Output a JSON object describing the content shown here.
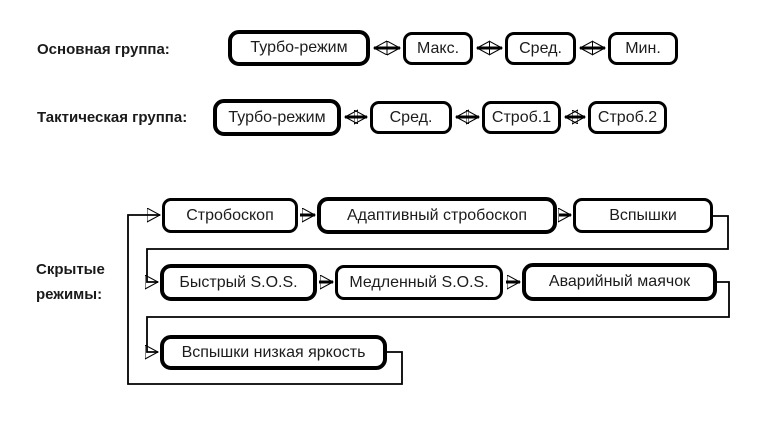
{
  "colors": {
    "line": "#000000",
    "text": "#1c1c1c",
    "background": "#ffffff",
    "box_fill": "#ffffff"
  },
  "groups": {
    "main": {
      "label": "Основная группа:",
      "arrow_type": "bidirectional",
      "modes": [
        "Турбо-режим",
        "Макс.",
        "Сред.",
        "Мин."
      ]
    },
    "tactical": {
      "label": "Тактическая группа:",
      "arrow_type": "bidirectional",
      "modes": [
        "Турбо-режим",
        "Сред.",
        "Строб.1",
        "Строб.2"
      ]
    },
    "hidden": {
      "label": "Скрытые режимы:",
      "label_lines": [
        "Скрытые",
        "режимы:"
      ],
      "arrow_type": "cycle",
      "rows": [
        [
          "Стробоскоп",
          "Адаптивный стробоскоп",
          "Вспышки"
        ],
        [
          "Быстрый S.O.S.",
          "Медленный S.O.S.",
          "Аварийный маячок"
        ],
        [
          "Вспышки низкая яркость"
        ]
      ]
    }
  }
}
